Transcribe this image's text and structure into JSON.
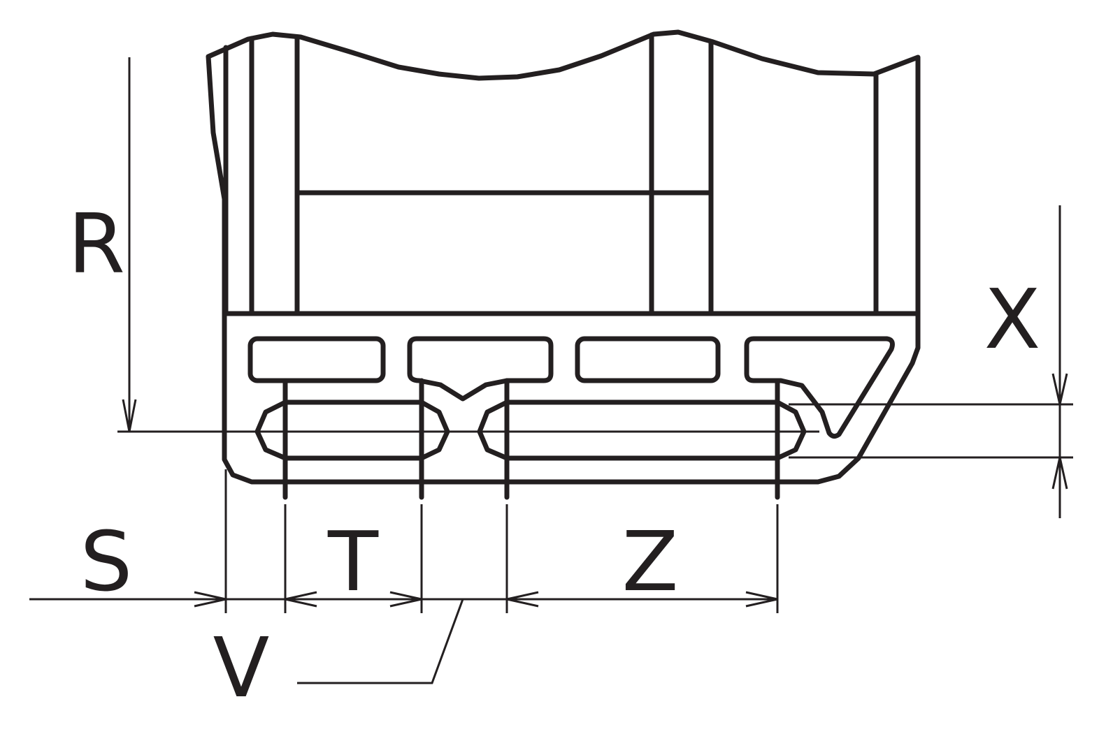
{
  "labels": {
    "r": "R",
    "s": "S",
    "t": "T",
    "v": "V",
    "x": "X",
    "z": "Z"
  },
  "colors": {
    "line": "#231f20",
    "background": "#ffffff"
  }
}
